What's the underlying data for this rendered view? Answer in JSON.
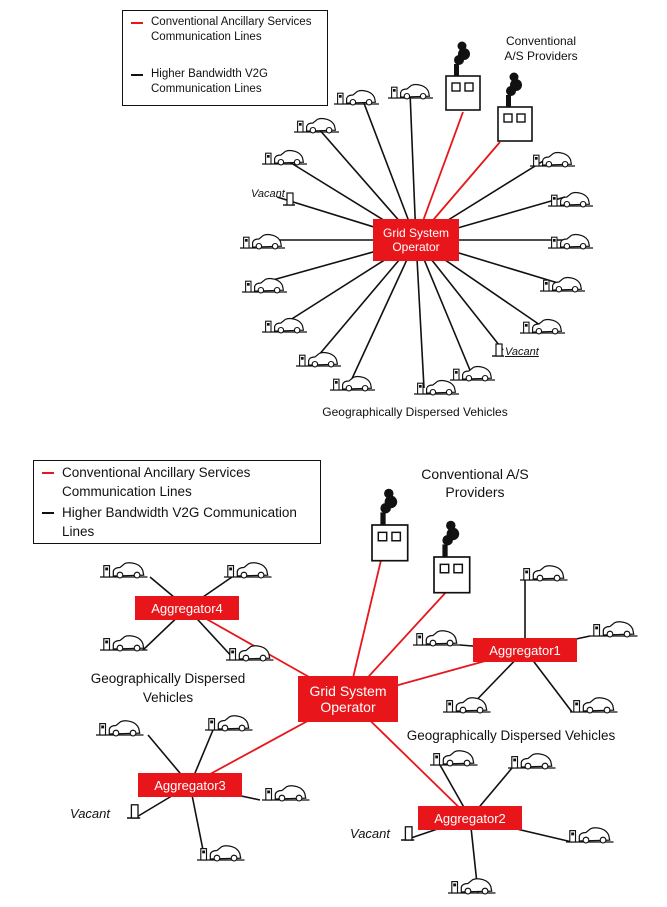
{
  "colors": {
    "conventional": "#e8161b",
    "v2g": "#111111",
    "operator_fill": "#e8161b"
  },
  "legend_top": [
    {
      "color": "#e8161b",
      "text": "Conventional Ancillary Services Communication Lines"
    },
    {
      "color": "#111111",
      "text": "Higher Bandwidth V2G Communication Lines"
    }
  ],
  "legend_bottom": [
    {
      "color": "#e8161b",
      "text": "Conventional Ancillary Services Communication Lines"
    },
    {
      "color": "#111111",
      "text": "Higher Bandwidth V2G Communication Lines"
    }
  ],
  "top": {
    "operator": "Grid System Operator",
    "providers_label": "Conventional A/S Providers",
    "vehicles_label": "Geographically Dispersed Vehicles",
    "vacant_label": "Vacant"
  },
  "bottom": {
    "operator": "Grid System Operator",
    "providers_label": "Conventional A/S Providers",
    "aggregators": [
      "Aggregator1",
      "Aggregator2",
      "Aggregator3",
      "Aggregator4"
    ],
    "vehicles_label_left": "Geographically Dispersed Vehicles",
    "vehicles_label_right": "Geographically Dispersed Vehicles",
    "vacant_label": "Vacant"
  },
  "icons": [
    "car-icon",
    "factory-icon",
    "vacant-slot-icon"
  ]
}
